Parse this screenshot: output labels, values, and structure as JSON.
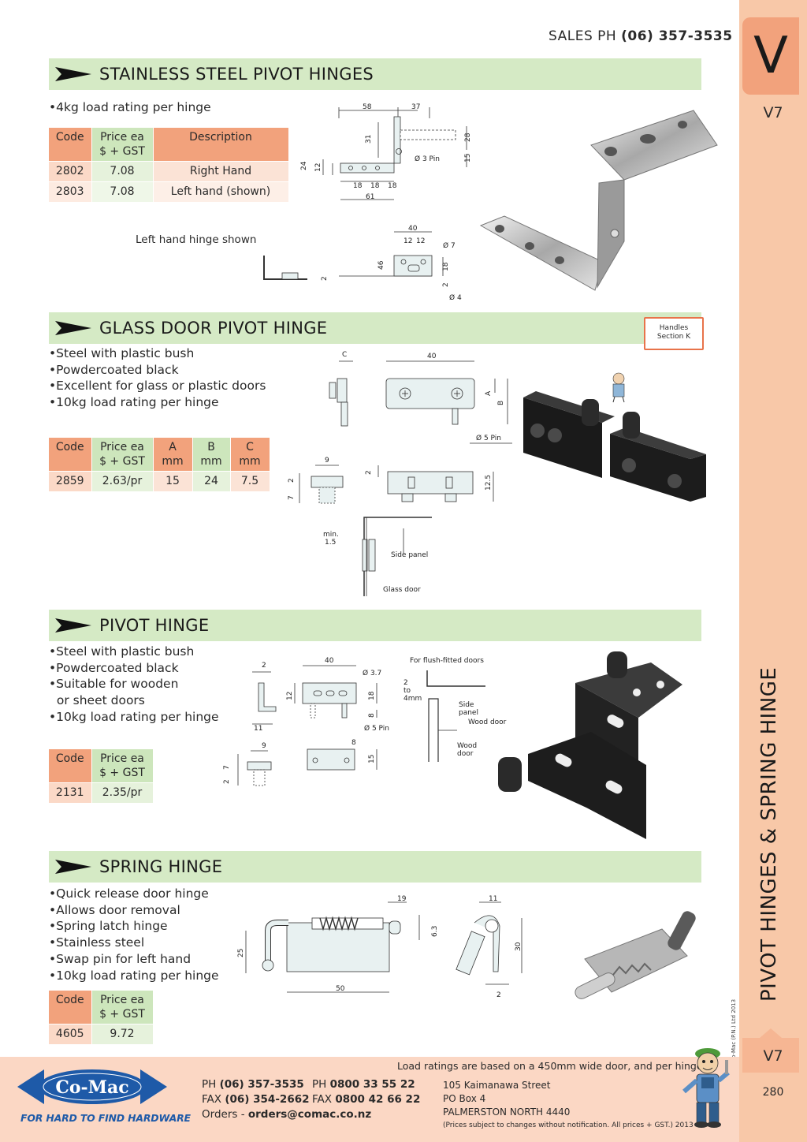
{
  "header": {
    "sales_prefix": "SALES  PH",
    "sales_phone": "(06) 357-3535"
  },
  "sidebar": {
    "tab_letter": "V",
    "section_code_top": "V7",
    "vertical_title": "PIVOT HINGES & SPRING HINGE",
    "copyright": "© Co-Mac (P.N.) Ltd 2013",
    "section_code_bottom": "V7",
    "page_number": "280"
  },
  "sections": {
    "stainless": {
      "title": "STAINLESS STEEL PIVOT HINGES",
      "bullets": [
        "4kg load rating per hinge"
      ],
      "table": {
        "headers": [
          "Code",
          "Price ea",
          "$ + GST",
          "Description"
        ],
        "rows": [
          {
            "code": "2802",
            "price": "7.08",
            "description": "Right Hand"
          },
          {
            "code": "2803",
            "price": "7.08",
            "description": "Left hand (shown)"
          }
        ]
      },
      "note": "Left hand hinge shown",
      "dims": {
        "d58": "58",
        "d37": "37",
        "d31": "31",
        "d28": "28",
        "d15": "15",
        "d24": "24",
        "d12": "12",
        "d18a": "18",
        "d18b": "18",
        "d18c": "18",
        "d61": "61",
        "pin": "3 Pin",
        "d40": "40",
        "d12b": "12",
        "d12c": "12",
        "d7": "7",
        "d46": "46",
        "d18d": "18",
        "d2": "2",
        "d2b": "2",
        "d4": "4"
      }
    },
    "glass": {
      "title": "GLASS DOOR PIVOT HINGE",
      "badge_line1": "Handles",
      "badge_line2": "Section K",
      "bullets": [
        "Steel with plastic bush",
        "Powdercoated black",
        "Excellent for glass or plastic doors",
        "10kg load rating per hinge"
      ],
      "table": {
        "headers": [
          "Code",
          "Price ea",
          "$ + GST",
          "A",
          "mm",
          "B",
          "mm",
          "C",
          "mm"
        ],
        "row": {
          "code": "2859",
          "price": "2.63/pr",
          "a": "15",
          "b": "24",
          "c": "7.5"
        }
      },
      "dims": {
        "c": "C",
        "d40": "40",
        "a": "A",
        "b": "B",
        "pin": "5 Pin",
        "d9": "9",
        "d2": "2",
        "d7": "7",
        "d2b": "2",
        "d125": "12.5",
        "min": "min.",
        "min_val": "1.5",
        "side_panel": "Side panel",
        "glass_door": "Glass door"
      }
    },
    "pivot": {
      "title": "PIVOT HINGE",
      "bullets": [
        "Steel with plastic bush",
        "Powdercoated black",
        "Suitable for wooden",
        "or sheet doors",
        "10kg load rating per hinge"
      ],
      "table": {
        "headers": [
          "Code",
          "Price ea",
          "$ + GST"
        ],
        "row": {
          "code": "2131",
          "price": "2.35/pr"
        }
      },
      "dims": {
        "d2": "2",
        "d40": "40",
        "d37": "3.7",
        "d12": "12",
        "d18": "18",
        "d8": "8",
        "pin": "5 Pin",
        "d11": "11",
        "d9": "9",
        "d7": "7",
        "d2b": "2",
        "d8b": "8",
        "d15": "15",
        "flush": "For flush-fitted doors",
        "gap_a": "2",
        "gap_b": "to",
        "gap_c": "4mm",
        "side": "Side",
        "panel": "panel",
        "wood_door": "Wood door",
        "wood": "Wood",
        "door": "door"
      }
    },
    "spring": {
      "title": "SPRING HINGE",
      "bullets": [
        "Quick release door hinge",
        "Allows door removal",
        "Spring latch hinge",
        "Stainless steel",
        "Swap pin for left hand",
        "10kg load rating per hinge"
      ],
      "table": {
        "headers": [
          "Code",
          "Price ea",
          "$ + GST"
        ],
        "row": {
          "code": "4605",
          "price": "9.72"
        }
      },
      "dims": {
        "d19": "19",
        "d63": "6.3",
        "d25": "25",
        "d50": "50",
        "d11": "11",
        "d30": "30",
        "d2": "2"
      }
    }
  },
  "footer": {
    "load_note": "Load ratings are based on a 450mm wide door, and per hinge.",
    "ph_label": "PH",
    "ph": "(06) 357-3535",
    "fax_label": "FAX",
    "fax": "(06) 354-2662",
    "ph2_label": "PH",
    "ph2": "0800 33 55 22",
    "fax2_label": "FAX",
    "fax2": "0800 42 66 22",
    "orders_label": "Orders -",
    "orders": "orders@comac.co.nz",
    "street": "105 Kaimanawa Street",
    "pobox": "PO Box 4",
    "city": "PALMERSTON NORTH 4440",
    "disclaimer": "(Prices subject to changes without notification.  All prices + GST.)  2013",
    "logo": "Co-Mac",
    "tagline": "FOR HARD TO FIND HARDWARE"
  },
  "colors": {
    "accent_orange": "#f2a27c",
    "sidebar": "#f8c8a8",
    "header_green": "#d5eac5",
    "logo_blue": "#1e5aa8"
  }
}
